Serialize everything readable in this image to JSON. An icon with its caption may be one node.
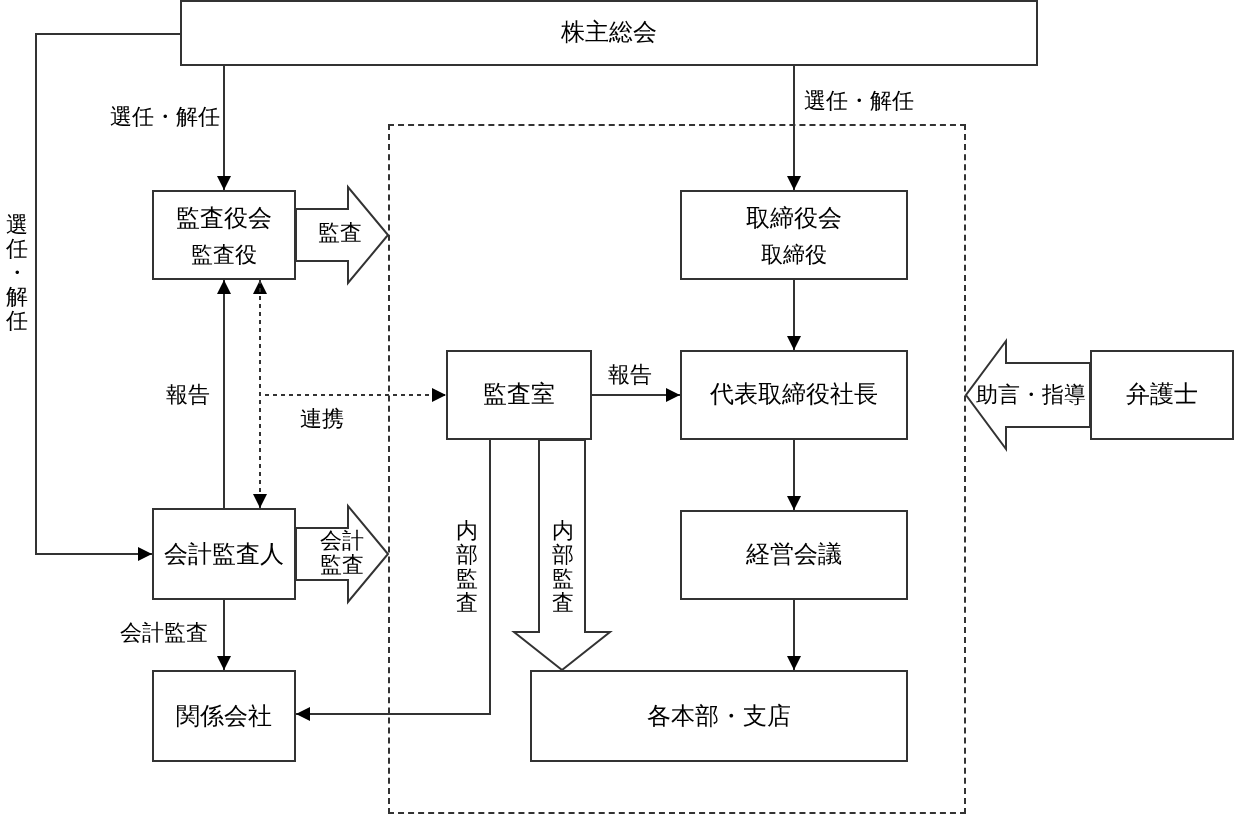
{
  "diagram": {
    "nodes": [
      {
        "text": [
          "株主総会"
        ]
      },
      {
        "text": [],
        "shape": "box"
      },
      {
        "text": [
          "監査役会",
          "監査役"
        ]
      },
      {
        "text": [
          "取締役会",
          "取締役"
        ],
        "in": 1
      },
      {
        "text": [
          "監査室"
        ],
        "in": 1
      },
      {
        "text": [
          "代表取締役社長"
        ],
        "in": 1
      },
      {
        "text": [
          "弁護士"
        ]
      },
      {
        "text": [
          "会計監査人"
        ]
      },
      {
        "text": [
          "経営会議"
        ],
        "in": 1
      },
      {
        "text": [
          "関係会社"
        ]
      },
      {
        "text": [
          "各本部・支店"
        ],
        "in": 1
      }
    ],
    "edges": [
      {
        "from": 0,
        "to": 2,
        "arrow": "to",
        "label": "選任・解任"
      },
      {
        "from": 0,
        "to": 3,
        "arrow": "to",
        "label": "選任・解任"
      },
      {
        "from": 0,
        "to": 7,
        "arrow": "to",
        "label": "選任・解任"
      },
      {
        "from": 2,
        "to": 1,
        "arrow": "to",
        "label": "監査",
        "style": "thick"
      },
      {
        "from": 7,
        "to": 2,
        "arrow": "to",
        "label": "報告"
      },
      {
        "from": 2,
        "to": 7,
        "arrow": "both",
        "style": "dashed"
      },
      {
        "from": 2,
        "to": 4,
        "arrow": "to",
        "label": "連携",
        "style": "dashed"
      },
      {
        "from": 7,
        "to": 1,
        "arrow": "to",
        "label": "会計監査",
        "style": "thick"
      },
      {
        "from": 7,
        "to": 9,
        "arrow": "to",
        "label": "会計監査"
      },
      {
        "from": 4,
        "to": 5,
        "arrow": "to",
        "label": "報告"
      },
      {
        "from": 3,
        "to": 5,
        "arrow": "to"
      },
      {
        "from": 5,
        "to": 8,
        "arrow": "to"
      },
      {
        "from": 8,
        "to": 10,
        "arrow": "to"
      },
      {
        "from": 6,
        "to": 1,
        "arrow": "to",
        "label": "助言・指導",
        "style": "thick"
      },
      {
        "from": 4,
        "to": 10,
        "arrow": "to",
        "label": "内部監査",
        "style": "thick"
      },
      {
        "from": 4,
        "to": 9,
        "arrow": "to",
        "label": "内部監査"
      }
    ]
  }
}
